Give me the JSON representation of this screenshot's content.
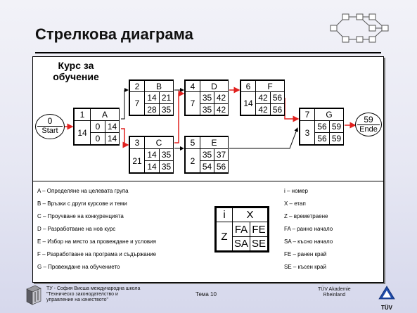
{
  "title": "Стрелкова диаграма",
  "course_label": "Курс за обучение",
  "nodes": {
    "A": {
      "i": "1",
      "x": "A",
      "z": "14",
      "fa": "0",
      "fe": "14",
      "sa": "0",
      "se": "14"
    },
    "B": {
      "i": "2",
      "x": "B",
      "z": "7",
      "fa": "14",
      "fe": "21",
      "sa": "28",
      "se": "35"
    },
    "C": {
      "i": "3",
      "x": "C",
      "z": "21",
      "fa": "14",
      "fe": "35",
      "sa": "14",
      "se": "35"
    },
    "D": {
      "i": "4",
      "x": "D",
      "z": "7",
      "fa": "35",
      "fe": "42",
      "sa": "35",
      "se": "42"
    },
    "E": {
      "i": "5",
      "x": "E",
      "z": "2",
      "fa": "35",
      "fe": "37",
      "sa": "54",
      "se": "56"
    },
    "F": {
      "i": "6",
      "x": "F",
      "z": "14",
      "fa": "42",
      "fe": "56",
      "sa": "42",
      "se": "56"
    },
    "G": {
      "i": "7",
      "x": "G",
      "z": "3",
      "fa": "56",
      "fe": "59",
      "sa": "56",
      "se": "59"
    }
  },
  "start": {
    "num": "0",
    "label": "Start"
  },
  "end": {
    "num": "59",
    "label": "Ende"
  },
  "legend_left": [
    "A – Определяне на целевата група",
    "B – Връзки с други курсове и теми",
    "C – Проучване на конкуренцията",
    "D – Разработване на нов курс",
    "E – Избор на място за провеждане и условия",
    "F – Разработване на програма и съдържание",
    "G – Провеждане на обучението"
  ],
  "legend_right": [
    "i – номер",
    "X – етап",
    "Z – времетраене",
    "FA – ранно начало",
    "SA – късно начало",
    "FE – ранен край",
    "SE – късен край"
  ],
  "key": {
    "i": "i",
    "x": "X",
    "z": "Z",
    "fa": "FA",
    "fe": "FE",
    "sa": "SA",
    "se": "SE"
  },
  "footer": {
    "left_1": "ТУ - София Висша международна школа",
    "left_2": "\"Техническо законодателство и",
    "left_3": "управление на качеството\"",
    "mid": "Тема 10",
    "right_1": "TÜV Akademie",
    "right_2": "Rheinland",
    "logo_right": "TÜV"
  },
  "colors": {
    "critical": "#e0201e",
    "normal": "#000000"
  }
}
